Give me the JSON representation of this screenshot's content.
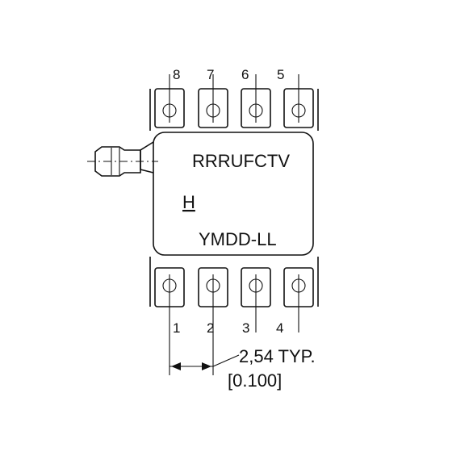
{
  "package": {
    "marking_line1": "RRRUFCTV",
    "marking_line2": "H",
    "marking_line3": "YMDD-LL"
  },
  "pins": {
    "top": [
      "8",
      "7",
      "6",
      "5"
    ],
    "bottom": [
      "1",
      "2",
      "3",
      "4"
    ]
  },
  "dimension": {
    "value": "2,54 TYP.",
    "imperial": "[0.100]"
  }
}
